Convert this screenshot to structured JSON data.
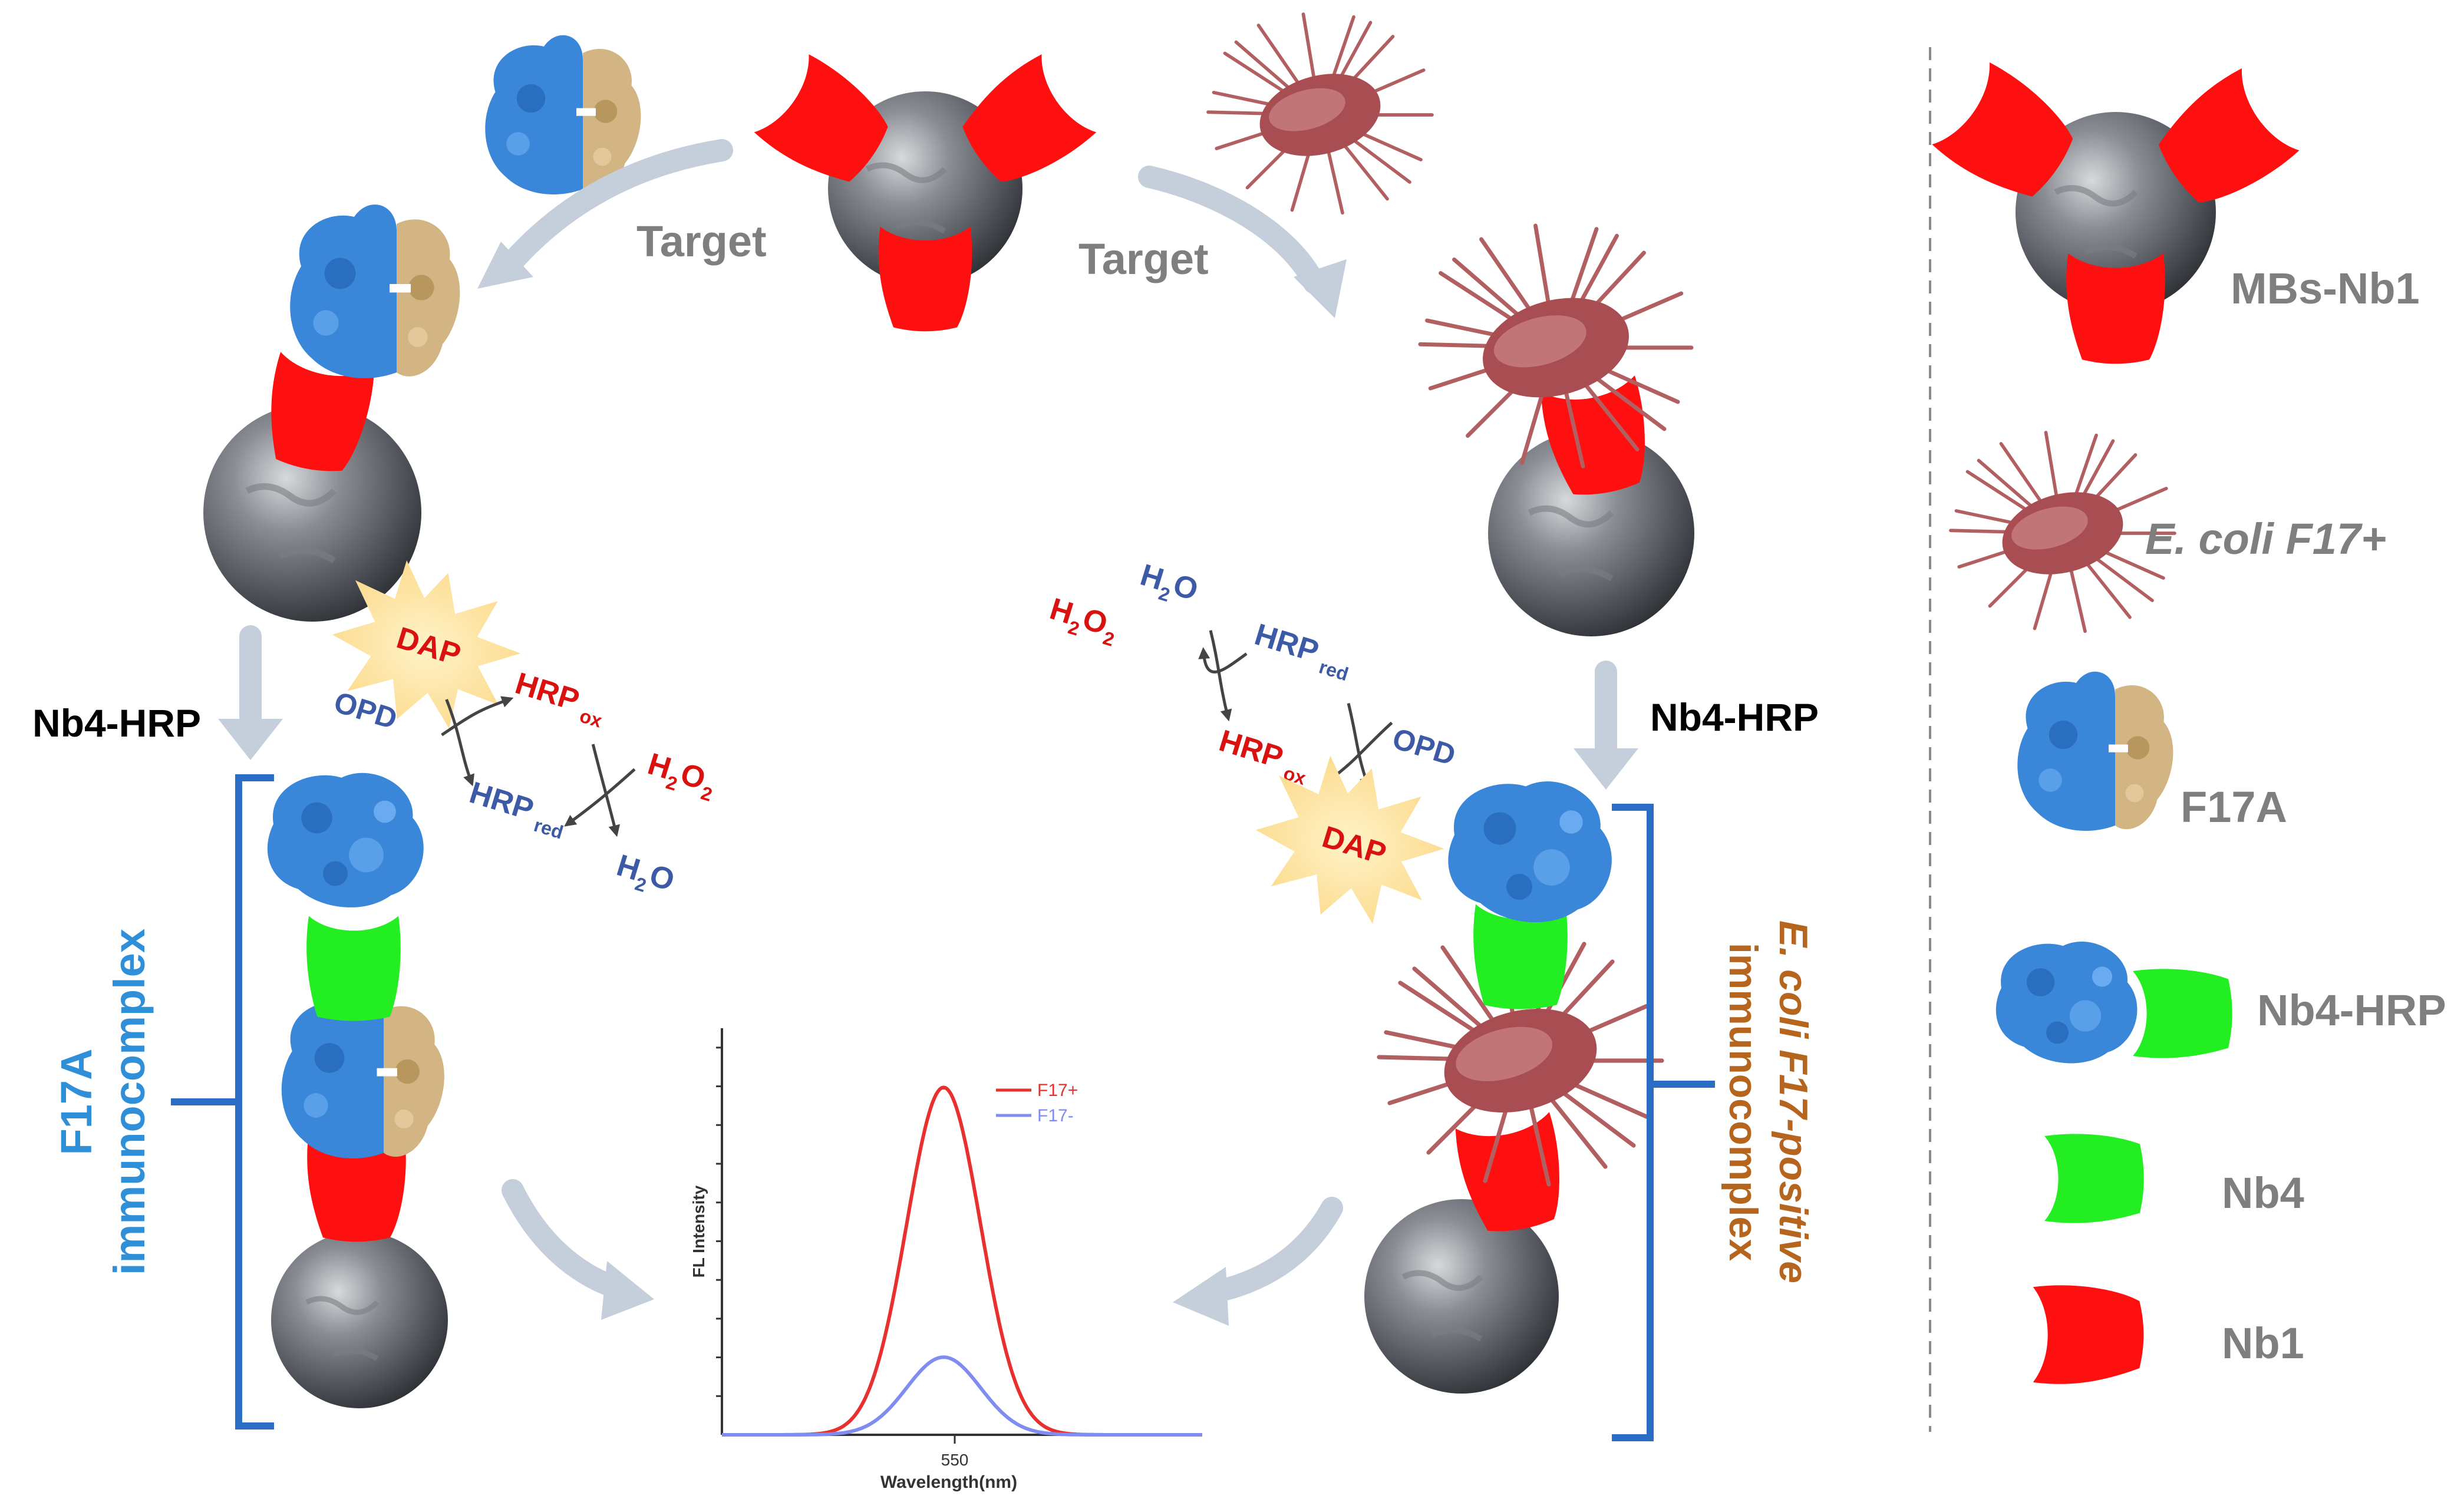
{
  "colors": {
    "nb1": "#ff1010",
    "nb4": "#22ee22",
    "arrow": "#c5cedb",
    "bracket": "#2b6cc4",
    "f17a_text": "#2f8fd8",
    "ecoli_text": "#b5651d",
    "bacteria": "#b25f62",
    "protein_blue": "#3a86d8",
    "protein_tan": "#d2b583",
    "sphere": "#5a5f66",
    "burst": "#fde5a0"
  },
  "labels": {
    "target_left": "Target",
    "target_right": "Target",
    "nb4hrp_left": "Nb4-HRP",
    "nb4hrp_right": "Nb4-HRP",
    "f17a_complex_line1": "F17A",
    "f17a_complex_line2": "immunocomplex",
    "ecoli_complex_line1": "E. coli F17-positive",
    "ecoli_complex_line2": "immunocomplex"
  },
  "reaction_left": {
    "dap": "DAP",
    "opd": "OPD",
    "hrp_ox": "HRP",
    "hrp_ox_sub": "ox",
    "hrp_red": "HRP",
    "hrp_red_sub": "red",
    "h2o2": "H",
    "h2o2_sub": "2",
    "h2o2_mid": "O",
    "h2o2_sub2": "2",
    "h2o": "H",
    "h2o_sub": "2",
    "h2o_end": "O"
  },
  "reaction_right": {
    "dap": "DAP",
    "opd": "OPD",
    "hrp_ox": "HRP",
    "hrp_ox_sub": "ox",
    "hrp_red": "HRP",
    "hrp_red_sub": "red",
    "h2o2": "H",
    "h2o2_sub": "2",
    "h2o2_mid": "O",
    "h2o2_sub2": "2",
    "h2o": "H",
    "h2o_sub": "2",
    "h2o_end": "O"
  },
  "legend": [
    {
      "icon": "mbs-nb1-icon",
      "label": "MBs-Nb1",
      "italic": false
    },
    {
      "icon": "ecoli-icon",
      "label": "E. coli F17+",
      "italic": true
    },
    {
      "icon": "f17a-icon",
      "label": "F17A",
      "italic": false
    },
    {
      "icon": "nb4-hrp-icon",
      "label": "Nb4-HRP",
      "italic": false
    },
    {
      "icon": "nb4-icon",
      "label": "Nb4",
      "italic": false
    },
    {
      "icon": "nb1-icon",
      "label": "Nb1",
      "italic": false
    }
  ],
  "chart_data": {
    "type": "line",
    "xlabel": "Wavelength(nm)",
    "ylabel": "FL Intensity",
    "x_ticks": [
      550
    ],
    "xlim": [
      430,
      690
    ],
    "ylim": [
      0,
      1.1
    ],
    "series": [
      {
        "name": "F17+",
        "color": "#e8312f",
        "peak_x": 550,
        "peak_y": 0.94,
        "width": 20
      },
      {
        "name": "F17-",
        "color": "#7f8cf0",
        "peak_x": 550,
        "peak_y": 0.21,
        "width": 20
      }
    ]
  }
}
